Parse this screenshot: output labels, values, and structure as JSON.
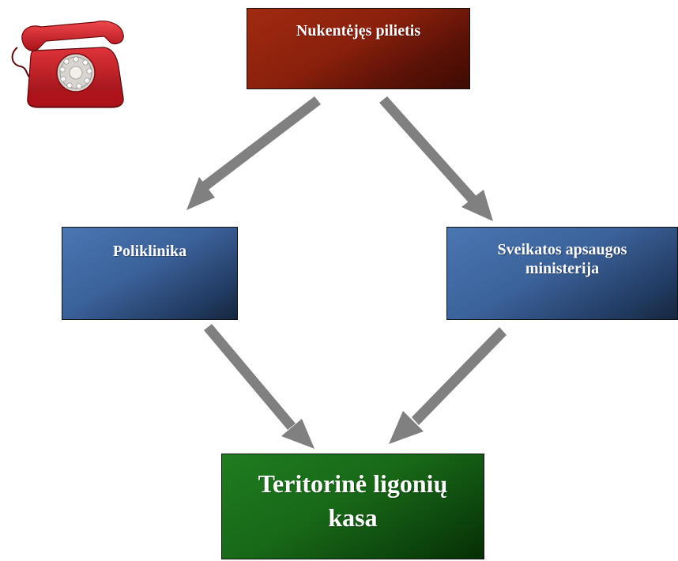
{
  "nodes": {
    "citizen": "Nukentėjęs pilietis",
    "clinic": "Poliklinika",
    "ministry": "Sveikatos apsaugos ministerija",
    "fund": "Teritorinė ligonių kasa"
  },
  "edges": [
    {
      "from": "citizen",
      "to": "clinic"
    },
    {
      "from": "citizen",
      "to": "ministry"
    },
    {
      "from": "clinic",
      "to": "fund"
    },
    {
      "from": "ministry",
      "to": "fund"
    }
  ],
  "icons": {
    "phone": "telephone-icon"
  },
  "colors": {
    "citizen_box": "#8a200c",
    "middle_boxes": "#3b629a",
    "fund_box": "#186818",
    "arrows": "#808080",
    "phone": "#c8151b"
  }
}
